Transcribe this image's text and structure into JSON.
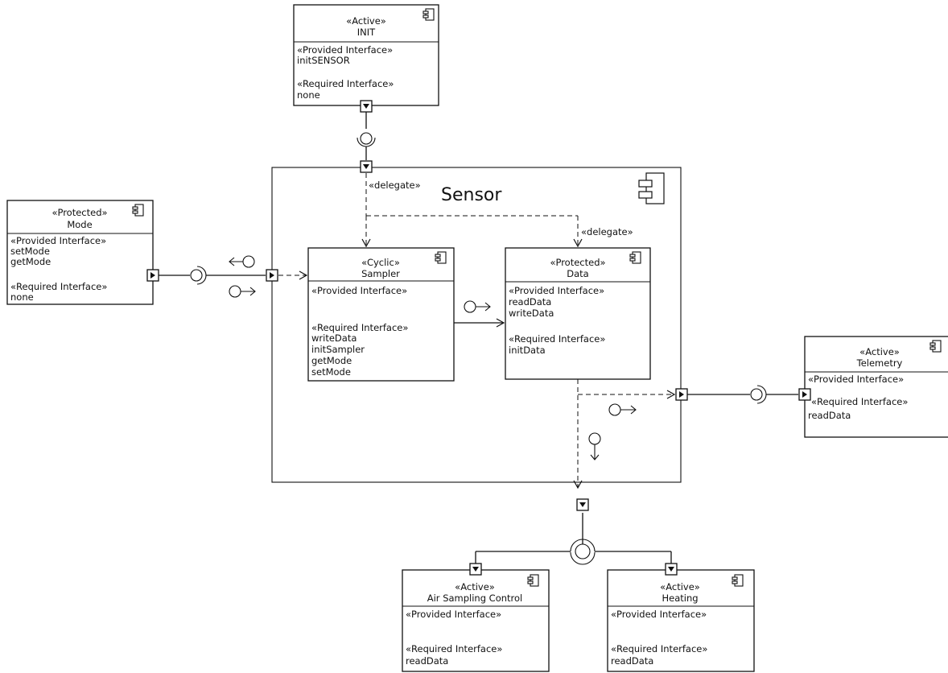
{
  "labels": {
    "sensor_title": "Sensor",
    "delegate": "«delegate»"
  },
  "components": {
    "init": {
      "stereotype": "«Active»",
      "name": "INIT",
      "lines": [
        "«Provided Interface»",
        "initSENSOR",
        "",
        "«Required Interface»",
        "none"
      ]
    },
    "mode": {
      "stereotype": "«Protected»",
      "name": "Mode",
      "lines": [
        "«Provided Interface»",
        "setMode",
        "getMode",
        "",
        "«Required Interface»",
        "none"
      ]
    },
    "sampler": {
      "stereotype": "«Cyclic»",
      "name": "Sampler",
      "lines": [
        "«Provided Interface»",
        "",
        "",
        "«Required Interface»",
        "writeData",
        "initSampler",
        "getMode",
        "setMode"
      ]
    },
    "data": {
      "stereotype": "«Protected»",
      "name": "Data",
      "lines": [
        "«Provided Interface»",
        "readData",
        "writeData",
        "",
        "«Required Interface»",
        "initData"
      ]
    },
    "telemetry": {
      "stereotype": "«Active»",
      "name": "Telemetry",
      "lines": [
        "«Provided Interface»",
        "",
        "«Required Interface»",
        "readData"
      ]
    },
    "air": {
      "stereotype": "«Active»",
      "name": "Air Sampling Control",
      "lines": [
        "«Provided Interface»",
        "",
        "",
        "«Required Interface»",
        "readData"
      ]
    },
    "heating": {
      "stereotype": "«Active»",
      "name": "Heating",
      "lines": [
        "«Provided Interface»",
        "",
        "",
        "«Required Interface»",
        "readData"
      ]
    }
  },
  "icons": {
    "component": "component-icon",
    "port": "port-icon",
    "provided": "provided-interface-icon",
    "required": "required-interface-icon"
  }
}
